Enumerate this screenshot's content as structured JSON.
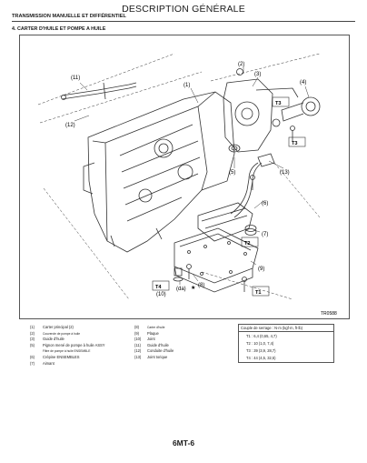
{
  "header": {
    "title": "DESCRIPTION GÉNÉRALE",
    "section": "TRANSMISSION MANUELLE ET DIFFÉRENTIEL",
    "subsection": "4. CARTER D'HUILE ET POMPE A HUILE"
  },
  "figure": {
    "code": "TR0588",
    "callouts": {
      "c1": "(1)",
      "c2": "(2)",
      "c3": "(3)",
      "c4": "(4)",
      "c5": "(5)",
      "c6": "(6)",
      "c7": "(7)",
      "c8": "(8)",
      "c9": "(9)",
      "c10": "(10)",
      "c11": "(11)",
      "c12": "(12)",
      "c13": "(13)"
    },
    "tag_da": "(da)",
    "tag_star": "★",
    "tags": {
      "t1": "T1",
      "t2": "T2",
      "t3a": "T3",
      "t3b": "T3",
      "t4": "T4"
    }
  },
  "legend": {
    "left": [
      {
        "num": "(1)",
        "label": "Carter principal (2)",
        "small": false
      },
      {
        "num": "(2)",
        "label": "Couvercle de pompe à huile",
        "small": true
      },
      {
        "num": "(3)",
        "label": "Guide d'huile",
        "small": false
      },
      {
        "num": "(5)",
        "label": "Pignon mené de pompe à huile ASSY",
        "small": false
      },
      {
        "num": "",
        "label": "Filtre de pompe à huile ENSEMBLE",
        "small": true
      },
      {
        "num": "(6)",
        "label": "Crépine ENSEMBLES",
        "small": false
      },
      {
        "num": "(7)",
        "label": "Aimant",
        "small": false
      }
    ],
    "right": [
      {
        "num": "(8)",
        "label": "Carter d'huile",
        "small": true
      },
      {
        "num": "(9)",
        "label": "Plaque",
        "small": false
      },
      {
        "num": "(10)",
        "label": "Joint",
        "small": false
      },
      {
        "num": "(11)",
        "label": "Guide d'huile",
        "small": false
      },
      {
        "num": "(12)",
        "label": "Conduite d'huile",
        "small": false
      },
      {
        "num": "(13)",
        "label": "Joint torique",
        "small": false
      }
    ]
  },
  "torque": {
    "header": "Couple de serrage : N·m (kgf·m, ft·lb)",
    "rows": [
      "T1 : 6,4 (0,65, 4,7)",
      "T2 : 10 (1,0, 7,4)",
      "T3 : 39 (3,9, 28,7)",
      "T4 : 44 (4,5, 32,5)"
    ]
  },
  "footer": {
    "page_number": "6MT-6"
  }
}
